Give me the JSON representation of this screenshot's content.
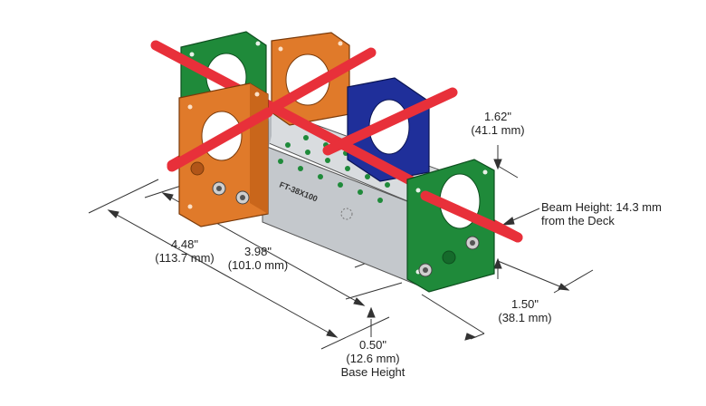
{
  "diagram": {
    "part_label": "FT-38X100",
    "dimensions": {
      "overall_length": {
        "imperial": "4.48\"",
        "metric": "(113.7 mm)"
      },
      "base_length": {
        "imperial": "3.98\"",
        "metric": "(101.0 mm)"
      },
      "base_height": {
        "imperial": "0.50\"",
        "metric": "(12.6 mm)",
        "caption": "Base Height"
      },
      "depth": {
        "imperial": "1.50\"",
        "metric": "(38.1 mm)"
      },
      "mount_height": {
        "imperial": "1.62\"",
        "metric": "(41.1 mm)"
      },
      "beam_height": {
        "line1": "Beam Height: 14.3 mm",
        "line2": "from the Deck"
      }
    },
    "colors": {
      "orange": "#e07a2a",
      "green": "#1f8a3a",
      "blue": "#1f2f9a",
      "red_beam": "#e8303a",
      "base_gray": "#c8ccd0"
    }
  }
}
